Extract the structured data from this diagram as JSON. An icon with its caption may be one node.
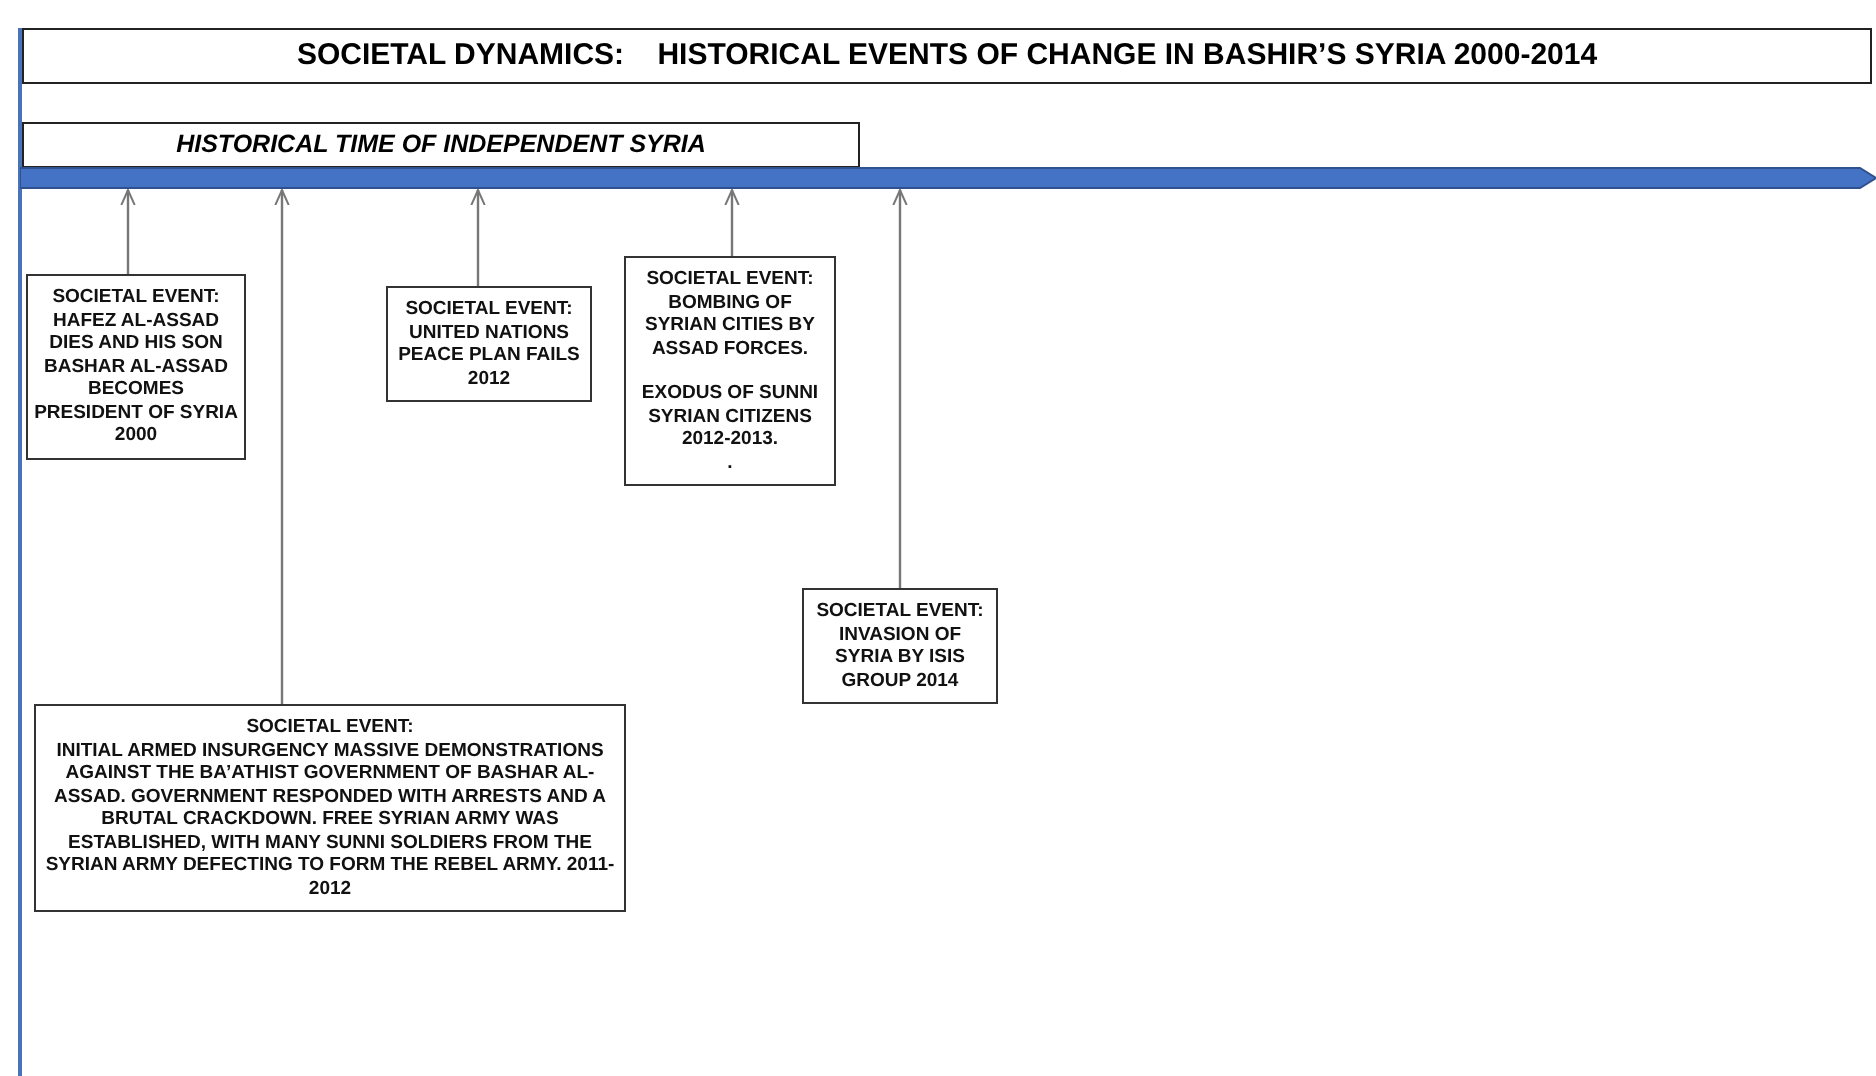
{
  "diagram": {
    "title": "SOCIETAL DYNAMICS:    HISTORICAL EVENTS OF CHANGE IN BASHIR’S SYRIA 2000-2014",
    "nodes": [
      {
        "text": [
          "HISTORICAL TIME OF INDEPENDENT SYRIA"
        ]
      },
      {
        "text": [],
        "shape": "bar"
      },
      {
        "text": [
          "SOCIETAL EVENT:",
          "HAFEZ AL-ASSAD DIES AND HIS SON BASHAR AL-ASSAD BECOMES PRESIDENT OF SYRIA 2000"
        ]
      },
      {
        "text": [
          "SOCIETAL EVENT:",
          "INITIAL ARMED INSURGENCY MASSIVE DEMONSTRATIONS AGAINST THE BA’ATHIST GOVERNMENT OF BASHAR AL-ASSAD. GOVERNMENT RESPONDED WITH ARRESTS AND A BRUTAL CRACKDOWN. FREE SYRIAN ARMY WAS ESTABLISHED, WITH MANY SUNNI SOLDIERS FROM THE SYRIAN ARMY DEFECTING TO FORM THE REBEL ARMY. 2011- 2012"
        ]
      },
      {
        "text": [
          "SOCIETAL EVENT:",
          "UNITED NATIONS PEACE PLAN FAILS 2012"
        ]
      },
      {
        "text": [
          "SOCIETAL EVENT:",
          "BOMBING OF SYRIAN CITIES BY ASSAD FORCES.",
          "EXODUS OF SUNNI SYRIAN CITIZENS 2012-2013.",
          "."
        ]
      },
      {
        "text": [
          "SOCIETAL EVENT:",
          "INVASION OF SYRIA BY ISIS GROUP 2014"
        ]
      }
    ],
    "edges": [
      {
        "from": 2,
        "to": 1,
        "arrow": "to"
      },
      {
        "from": 3,
        "to": 1,
        "arrow": "to"
      },
      {
        "from": 4,
        "to": 1,
        "arrow": "to"
      },
      {
        "from": 5,
        "to": 1,
        "arrow": "to"
      },
      {
        "from": 6,
        "to": 1,
        "arrow": "to"
      }
    ]
  }
}
